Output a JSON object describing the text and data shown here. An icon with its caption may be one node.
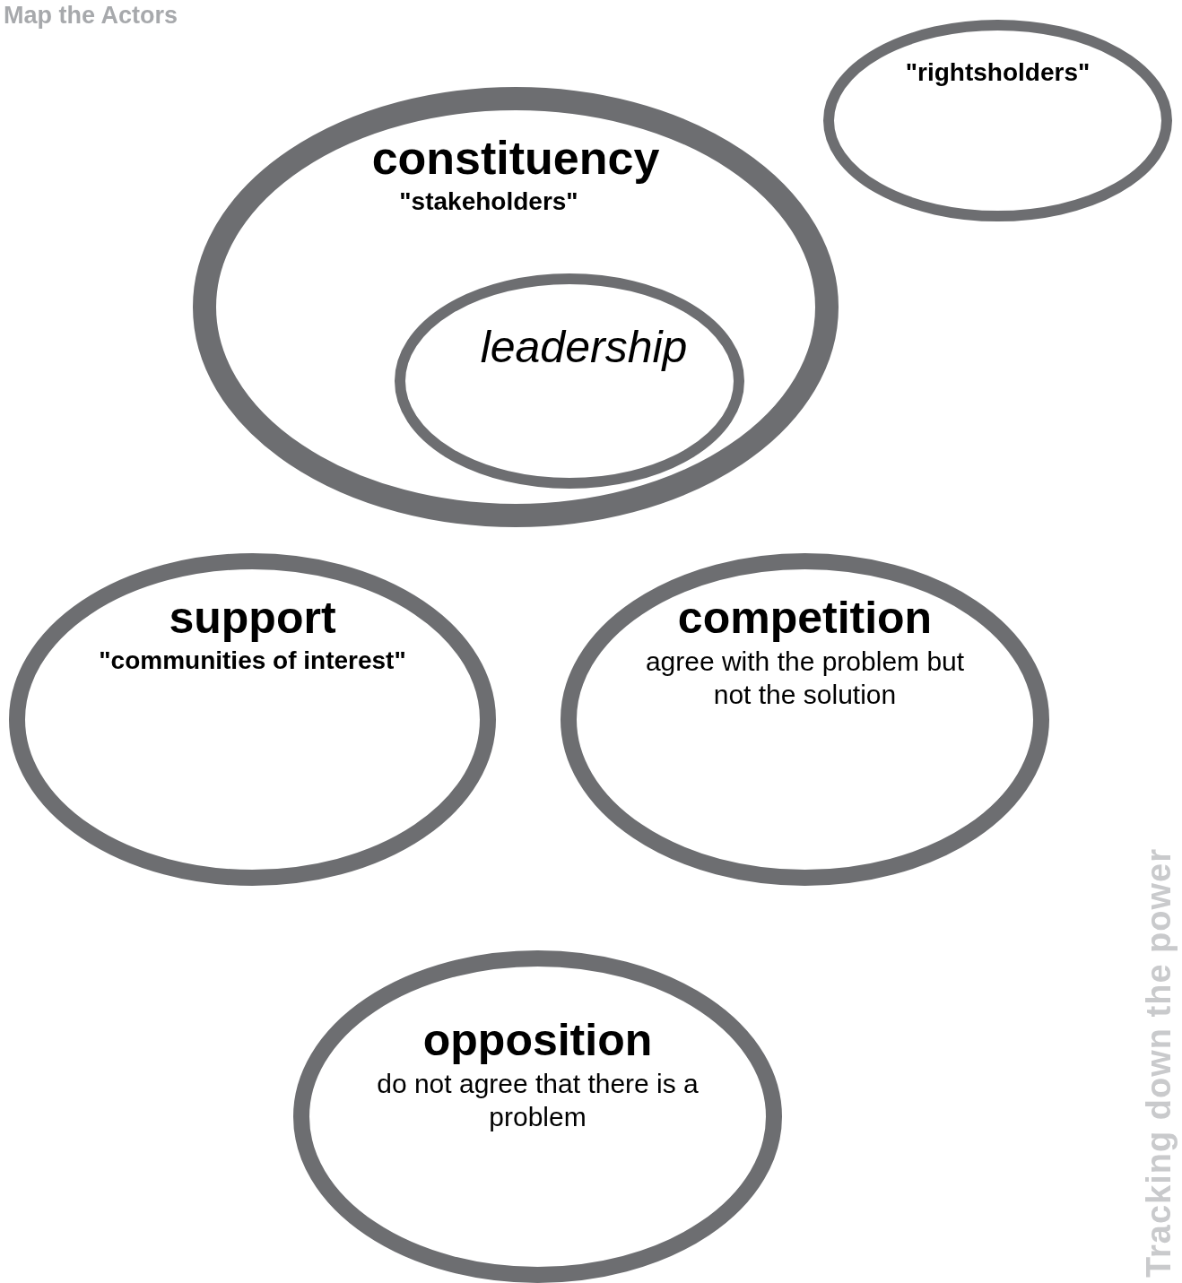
{
  "diagram": {
    "title": "Map the Actors",
    "nodes": [
      {
        "text": [
          "constituency",
          "\"stakeholders\""
        ]
      },
      {
        "text": [
          "leadership"
        ],
        "in": 0
      },
      {
        "text": [
          "\"rightsholders\""
        ]
      },
      {
        "text": [
          "support",
          "\"communities of interest\""
        ]
      },
      {
        "text": [
          "competition",
          "agree with the problem but not the solution"
        ]
      },
      {
        "text": [
          "opposition",
          "do not agree that there is a problem"
        ]
      }
    ],
    "edges": [],
    "labels": [
      "Tracking down the power"
    ]
  }
}
